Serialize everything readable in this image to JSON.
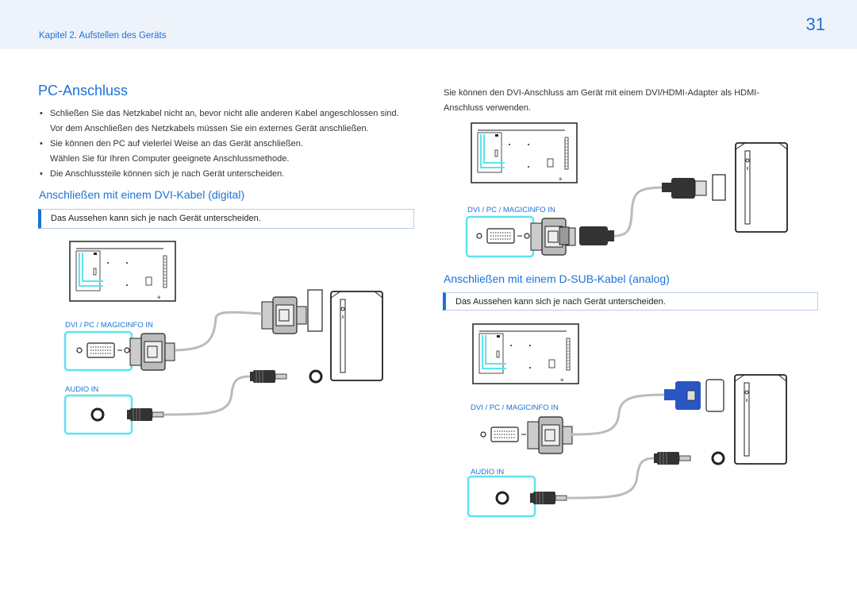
{
  "header": {
    "chapter": "Kapitel 2. Aufstellen des Geräts",
    "page_number": "31"
  },
  "section": {
    "title": "PC-Anschluss",
    "bullets": [
      "Schließen Sie das Netzkabel nicht an, bevor nicht alle anderen Kabel angeschlossen sind.",
      "Vor dem Anschließen des Netzkabels müssen Sie ein externes Gerät anschließen.",
      "Sie können den PC auf vielerlei Weise an das Gerät anschließen.",
      "Wählen Sie für Ihren Computer geeignete Anschlussmethode.",
      "Die Anschlussteile können sich je nach Gerät unterscheiden."
    ],
    "dvi_heading": "Anschließen mit einem DVI-Kabel (digital)",
    "dvi_note": "Das Aussehen kann sich je nach Gerät unterscheiden.",
    "hdmi_para_line1": "Sie können den DVI-Anschluss am Gerät mit einem DVI/HDMI-Adapter als HDMI-",
    "hdmi_para_line2": "Anschluss verwenden.",
    "dsub_heading": "Anschließen mit einem D-SUB-Kabel (analog)",
    "dsub_note": "Das Aussehen kann sich je nach Gerät unterscheiden."
  },
  "port_labels": {
    "dvi": "DVI / PC / MAGICINFO IN",
    "audio": "AUDIO IN"
  },
  "colors": {
    "accent": "#1a73d9",
    "highlight": "#5fe3f2",
    "vga_blue": "#2a56c4"
  }
}
